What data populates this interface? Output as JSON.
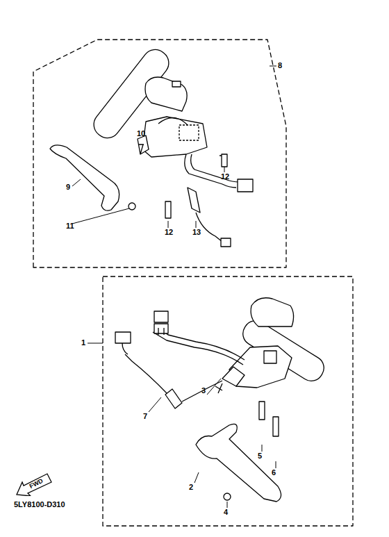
{
  "diagram": {
    "nodes": [
      {
        "text": [
          "FWD"
        ]
      }
    ],
    "labels": [
      "8",
      "10",
      "12",
      "9",
      "11",
      "12",
      "13",
      "1",
      "3",
      "7",
      "5",
      "6",
      "2",
      "4",
      "5LY8100-D310"
    ]
  }
}
